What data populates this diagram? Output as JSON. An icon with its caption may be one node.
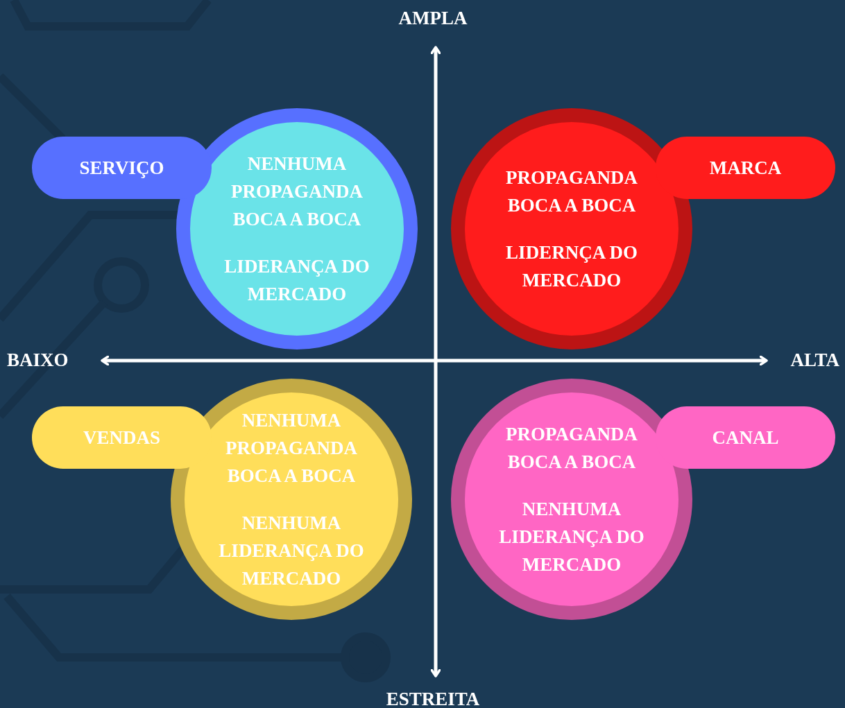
{
  "diagram": {
    "nodes": [
      {
        "text": [
          "SERVIÇO"
        ]
      },
      {
        "text": [
          "NENHUMA PROPAGANDA BOCA A BOCA",
          "LIDERANÇA DO MERCADO"
        ]
      },
      {
        "text": [
          "PROPAGANDA BOCA A BOCA",
          "LIDERNÇA DO MERCADO"
        ]
      },
      {
        "text": [
          "MARCA"
        ]
      },
      {
        "text": [
          "VENDAS"
        ]
      },
      {
        "text": [
          "NENHUMA PROPAGANDA BOCA A BOCA",
          "NENHUMA LIDERANÇA DO MERCADO"
        ]
      },
      {
        "text": [
          "PROPAGANDA BOCA A BOCA",
          "NENHUMA LIDERANÇA DO MERCADO"
        ]
      },
      {
        "text": [
          "CANAL"
        ]
      }
    ],
    "labels": [
      "AMPLA",
      "BAIXO",
      "ALTA",
      "ESTREITA"
    ]
  }
}
